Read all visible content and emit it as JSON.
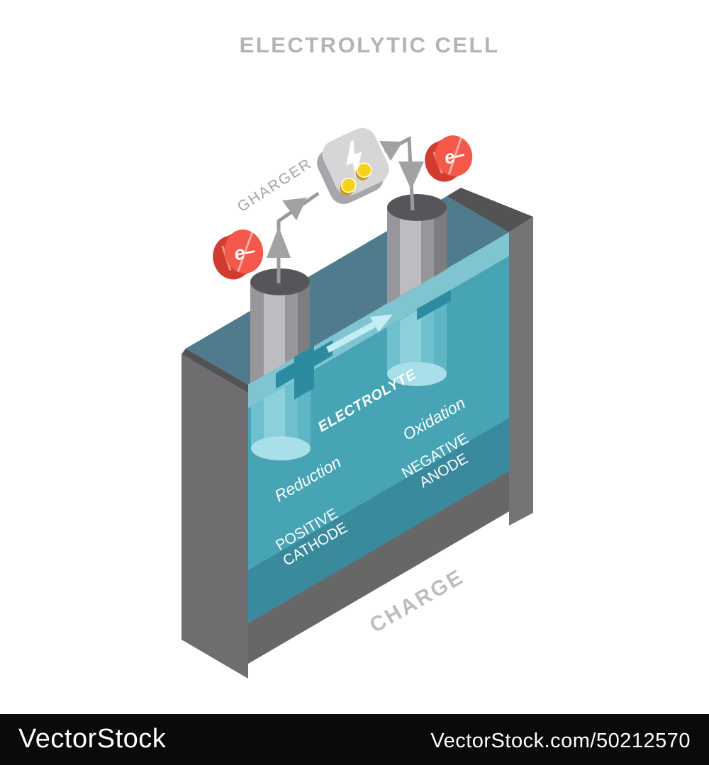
{
  "title": "ELECTROLYTIC CELL",
  "labels": {
    "charger": "GHARGER",
    "charge": "CHARGE",
    "electrolyte": "ELECTROLYTE",
    "oxidation": "Oxidation",
    "reduction": "Reduction",
    "negative_1": "NEGATIVE",
    "negative_2": "ANODE",
    "positive_1": "POSITIVE",
    "positive_2": "CATHODE",
    "electron": "e–"
  },
  "watermark": {
    "brand": "VectorStock",
    "credit": "VectorStock.com/50212570"
  },
  "colors": {
    "title_gray": "#b4b4b4",
    "label_gray": "#a3a3a3",
    "charge_gray": "#bdbdbd",
    "liquid": "#47a4b5",
    "liquid_surface": "#4f7b8c",
    "liquid_highlight": "#7ec4d1",
    "liquid_bottom": "#3a8a9d",
    "base_gray": "#676767",
    "wall_gray": "#6f6d6f",
    "wall_bevel": "#535355",
    "right_wall_gray": "#747476",
    "electrode_gray": "#97979b",
    "electrode_top": "#565559",
    "electrode_submerged": "#6ec0cf",
    "electrode_submerged_bottom": "#a9dfe8",
    "wire_gray": "#9b9b9b",
    "charger_front": "#d6d6d8",
    "charger_side": "#a7a7ab",
    "contact_yellow": "#f7d21d",
    "electron_red": "#f4584a",
    "electron_rim": "#d23b2f",
    "sign_teal": "#2d8ba1",
    "flow_arrow": "#c3eff4",
    "watermark_bg": "#0a0a0a",
    "watermark_text": "#ffffff",
    "label_white": "#ffffff"
  }
}
